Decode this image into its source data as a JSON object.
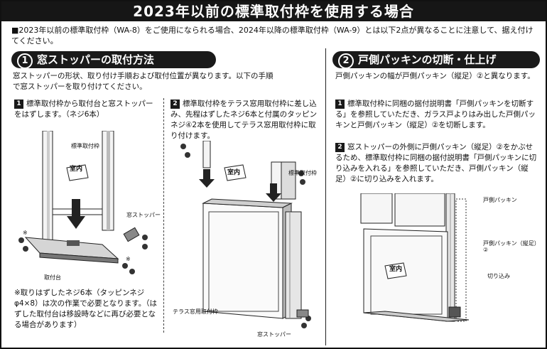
{
  "title": "2023年以前の標準取付枠を使用する場合",
  "intro": "■2023年以前の標準取付枠（WA-8）をご使用になられる場合、2024年以降の標準取付枠（WA-9）とは以下2点が異なることに注意して、据え付けてください。",
  "section1": {
    "number": "1",
    "heading": "窓ストッパーの取付方法",
    "desc": "窓ストッパーの形状、取り付け手順および取付位置が異なります。以下の手順で窓ストッパーを取り付けてください。",
    "step1_num": "1",
    "step1_text": "標準取付枠から取付台と窓ストッパーをはずします。（ネジ6本）",
    "step2_num": "2",
    "step2_text": "標準取付枠をテラス窓用取付枠に差し込み、先程はずしたネジ6本と付属のタッピンネジ④2本を使用してテラス窓用取付枠に取り付けます。",
    "note": "※取りはずしたネジ6本（タッピンネジφ4×8）は次の作業で必要となります。（はずした取付台は移設時などに再び必要となる場合があります）",
    "labels": {
      "frame_a": "標準取付枠",
      "stopper_a": "窓ストッパー",
      "base": "取付台",
      "mark": "※",
      "frame_b": "標準取付枠",
      "terrace_frame": "テラス窓用取付枠",
      "stopper_b": "窓ストッパー",
      "room": "室内"
    }
  },
  "section2": {
    "number": "2",
    "heading": "戸側パッキンの切断・仕上げ",
    "desc": "戸側パッキンの幅が戸側パッキン（縦足）②と異なります。",
    "step1_num": "1",
    "step1_text": "標準取付枠に同梱の据付説明書「戸側パッキンを切断する」を参照していただき、ガラス戸よりはみ出した戸側パッキンと戸側パッキン（縦足）②を切断します。",
    "step2_num": "2",
    "step2_text": "窓ストッパーの外側に戸側パッキン（縦足）②をかぶせるため、標準取付枠に同梱の据付説明書「戸側パッキンに切り込みを入れる」を参照していただき、戸側パッキン（縦足）②に切り込みを入れます。",
    "labels": {
      "packing": "戸側パッキン",
      "packing_leg": "戸側パッキン（縦足）②",
      "cut": "切り込み",
      "room": "室内"
    }
  }
}
